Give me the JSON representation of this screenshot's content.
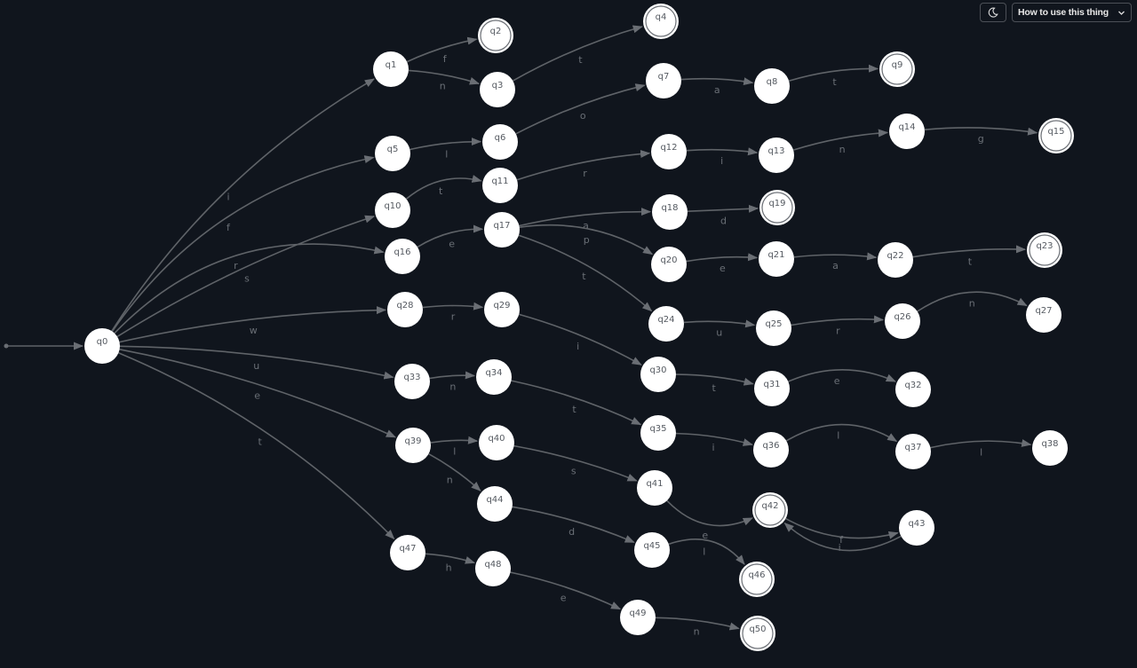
{
  "toolbar": {
    "theme_icon": "moon-icon",
    "help_label": "How to use this thing",
    "help_icon": "chevron-down-icon"
  },
  "colors": {
    "background": "#10151d",
    "node_fill": "#ffffff",
    "edge": "#5f6368",
    "edge_label": "#6a6f76",
    "node_label": "#555a61"
  },
  "automaton": {
    "start_state": "q0",
    "states": [
      {
        "id": "q0",
        "accepting": false
      },
      {
        "id": "q1",
        "accepting": false
      },
      {
        "id": "q2",
        "accepting": true
      },
      {
        "id": "q3",
        "accepting": false
      },
      {
        "id": "q4",
        "accepting": true
      },
      {
        "id": "q5",
        "accepting": false
      },
      {
        "id": "q6",
        "accepting": false
      },
      {
        "id": "q7",
        "accepting": false
      },
      {
        "id": "q8",
        "accepting": false
      },
      {
        "id": "q9",
        "accepting": true
      },
      {
        "id": "q10",
        "accepting": false
      },
      {
        "id": "q11",
        "accepting": false
      },
      {
        "id": "q12",
        "accepting": false
      },
      {
        "id": "q13",
        "accepting": false
      },
      {
        "id": "q14",
        "accepting": false
      },
      {
        "id": "q15",
        "accepting": true
      },
      {
        "id": "q16",
        "accepting": false
      },
      {
        "id": "q17",
        "accepting": false
      },
      {
        "id": "q18",
        "accepting": false
      },
      {
        "id": "q19",
        "accepting": true
      },
      {
        "id": "q20",
        "accepting": false
      },
      {
        "id": "q21",
        "accepting": false
      },
      {
        "id": "q22",
        "accepting": false
      },
      {
        "id": "q23",
        "accepting": true
      },
      {
        "id": "q24",
        "accepting": false
      },
      {
        "id": "q25",
        "accepting": false
      },
      {
        "id": "q26",
        "accepting": false
      },
      {
        "id": "q27",
        "accepting": false
      },
      {
        "id": "q28",
        "accepting": false
      },
      {
        "id": "q29",
        "accepting": false
      },
      {
        "id": "q30",
        "accepting": false
      },
      {
        "id": "q31",
        "accepting": false
      },
      {
        "id": "q32",
        "accepting": false
      },
      {
        "id": "q33",
        "accepting": false
      },
      {
        "id": "q34",
        "accepting": false
      },
      {
        "id": "q35",
        "accepting": false
      },
      {
        "id": "q36",
        "accepting": false
      },
      {
        "id": "q37",
        "accepting": false
      },
      {
        "id": "q38",
        "accepting": false
      },
      {
        "id": "q39",
        "accepting": false
      },
      {
        "id": "q40",
        "accepting": false
      },
      {
        "id": "q41",
        "accepting": false
      },
      {
        "id": "q42",
        "accepting": true
      },
      {
        "id": "q43",
        "accepting": false
      },
      {
        "id": "q44",
        "accepting": false
      },
      {
        "id": "q45",
        "accepting": false
      },
      {
        "id": "q46",
        "accepting": true
      },
      {
        "id": "q47",
        "accepting": false
      },
      {
        "id": "q48",
        "accepting": false
      },
      {
        "id": "q49",
        "accepting": false
      },
      {
        "id": "q50",
        "accepting": true
      }
    ],
    "transitions": [
      {
        "from": "q0",
        "to": "q1",
        "label": "i"
      },
      {
        "from": "q1",
        "to": "q2",
        "label": "f"
      },
      {
        "from": "q1",
        "to": "q3",
        "label": "n"
      },
      {
        "from": "q3",
        "to": "q4",
        "label": "t"
      },
      {
        "from": "q0",
        "to": "q5",
        "label": "f"
      },
      {
        "from": "q5",
        "to": "q6",
        "label": "l"
      },
      {
        "from": "q6",
        "to": "q7",
        "label": "o"
      },
      {
        "from": "q7",
        "to": "q8",
        "label": "a"
      },
      {
        "from": "q8",
        "to": "q9",
        "label": "t"
      },
      {
        "from": "q0",
        "to": "q10",
        "label": "s"
      },
      {
        "from": "q10",
        "to": "q11",
        "label": "t"
      },
      {
        "from": "q11",
        "to": "q12",
        "label": "r"
      },
      {
        "from": "q12",
        "to": "q13",
        "label": "i"
      },
      {
        "from": "q13",
        "to": "q14",
        "label": "n"
      },
      {
        "from": "q14",
        "to": "q15",
        "label": "g"
      },
      {
        "from": "q0",
        "to": "q16",
        "label": "r"
      },
      {
        "from": "q16",
        "to": "q17",
        "label": "e"
      },
      {
        "from": "q17",
        "to": "q18",
        "label": "a"
      },
      {
        "from": "q18",
        "to": "q19",
        "label": "d"
      },
      {
        "from": "q17",
        "to": "q20",
        "label": "p"
      },
      {
        "from": "q20",
        "to": "q21",
        "label": "e"
      },
      {
        "from": "q21",
        "to": "q22",
        "label": "a"
      },
      {
        "from": "q22",
        "to": "q23",
        "label": "t"
      },
      {
        "from": "q17",
        "to": "q24",
        "label": "t"
      },
      {
        "from": "q24",
        "to": "q25",
        "label": "u"
      },
      {
        "from": "q25",
        "to": "q26",
        "label": "r"
      },
      {
        "from": "q26",
        "to": "q27",
        "label": "n"
      },
      {
        "from": "q0",
        "to": "q28",
        "label": "w"
      },
      {
        "from": "q28",
        "to": "q29",
        "label": "r"
      },
      {
        "from": "q29",
        "to": "q30",
        "label": "i"
      },
      {
        "from": "q30",
        "to": "q31",
        "label": "t"
      },
      {
        "from": "q31",
        "to": "q32",
        "label": "e"
      },
      {
        "from": "q0",
        "to": "q33",
        "label": "u"
      },
      {
        "from": "q33",
        "to": "q34",
        "label": "n"
      },
      {
        "from": "q34",
        "to": "q35",
        "label": "t"
      },
      {
        "from": "q35",
        "to": "q36",
        "label": "i"
      },
      {
        "from": "q36",
        "to": "q37",
        "label": "l"
      },
      {
        "from": "q37",
        "to": "q38",
        "label": "l"
      },
      {
        "from": "q0",
        "to": "q39",
        "label": "e"
      },
      {
        "from": "q39",
        "to": "q40",
        "label": "l"
      },
      {
        "from": "q40",
        "to": "q41",
        "label": "s"
      },
      {
        "from": "q41",
        "to": "q42",
        "label": "e"
      },
      {
        "from": "q42",
        "to": "q43",
        "label": "i"
      },
      {
        "from": "q43",
        "to": "q42",
        "label": "f"
      },
      {
        "from": "q39",
        "to": "q44",
        "label": "n"
      },
      {
        "from": "q44",
        "to": "q45",
        "label": "d"
      },
      {
        "from": "q45",
        "to": "q46",
        "label": "l"
      },
      {
        "from": "q0",
        "to": "q47",
        "label": "t"
      },
      {
        "from": "q47",
        "to": "q48",
        "label": "h"
      },
      {
        "from": "q48",
        "to": "q49",
        "label": "e"
      },
      {
        "from": "q49",
        "to": "q50",
        "label": "n"
      }
    ]
  }
}
